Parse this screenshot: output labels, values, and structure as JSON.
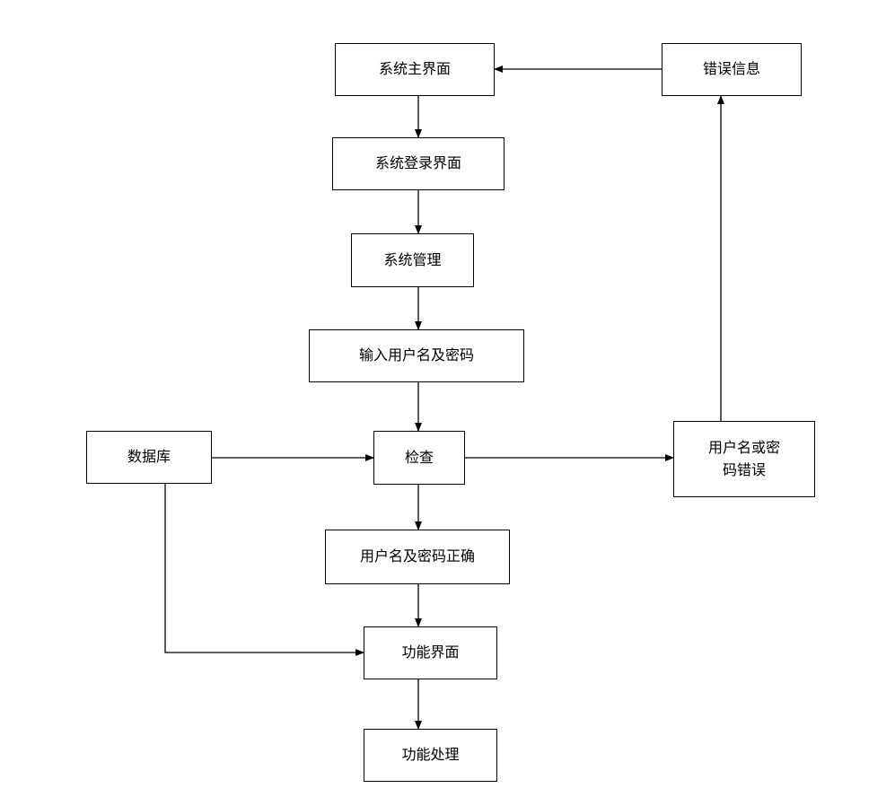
{
  "diagram": {
    "nodes": {
      "main": "系统主界面",
      "error_info": "错误信息",
      "login": "系统登录界面",
      "manage": "系统管理",
      "input": "输入用户名及密码",
      "database": "数据库",
      "check": "检查",
      "wrong_line1": "用户名或密",
      "wrong_line2": "码错误",
      "correct": "用户名及密码正确",
      "function_ui": "功能界面",
      "function_proc": "功能处理"
    },
    "edges": [
      {
        "from": "main",
        "to": "login"
      },
      {
        "from": "login",
        "to": "manage"
      },
      {
        "from": "manage",
        "to": "input"
      },
      {
        "from": "input",
        "to": "check"
      },
      {
        "from": "database",
        "to": "check"
      },
      {
        "from": "database",
        "to": "function_ui"
      },
      {
        "from": "check",
        "to": "wrong"
      },
      {
        "from": "wrong",
        "to": "error_info"
      },
      {
        "from": "error_info",
        "to": "main"
      },
      {
        "from": "check",
        "to": "correct"
      },
      {
        "from": "correct",
        "to": "function_ui"
      },
      {
        "from": "function_ui",
        "to": "function_proc"
      }
    ]
  }
}
